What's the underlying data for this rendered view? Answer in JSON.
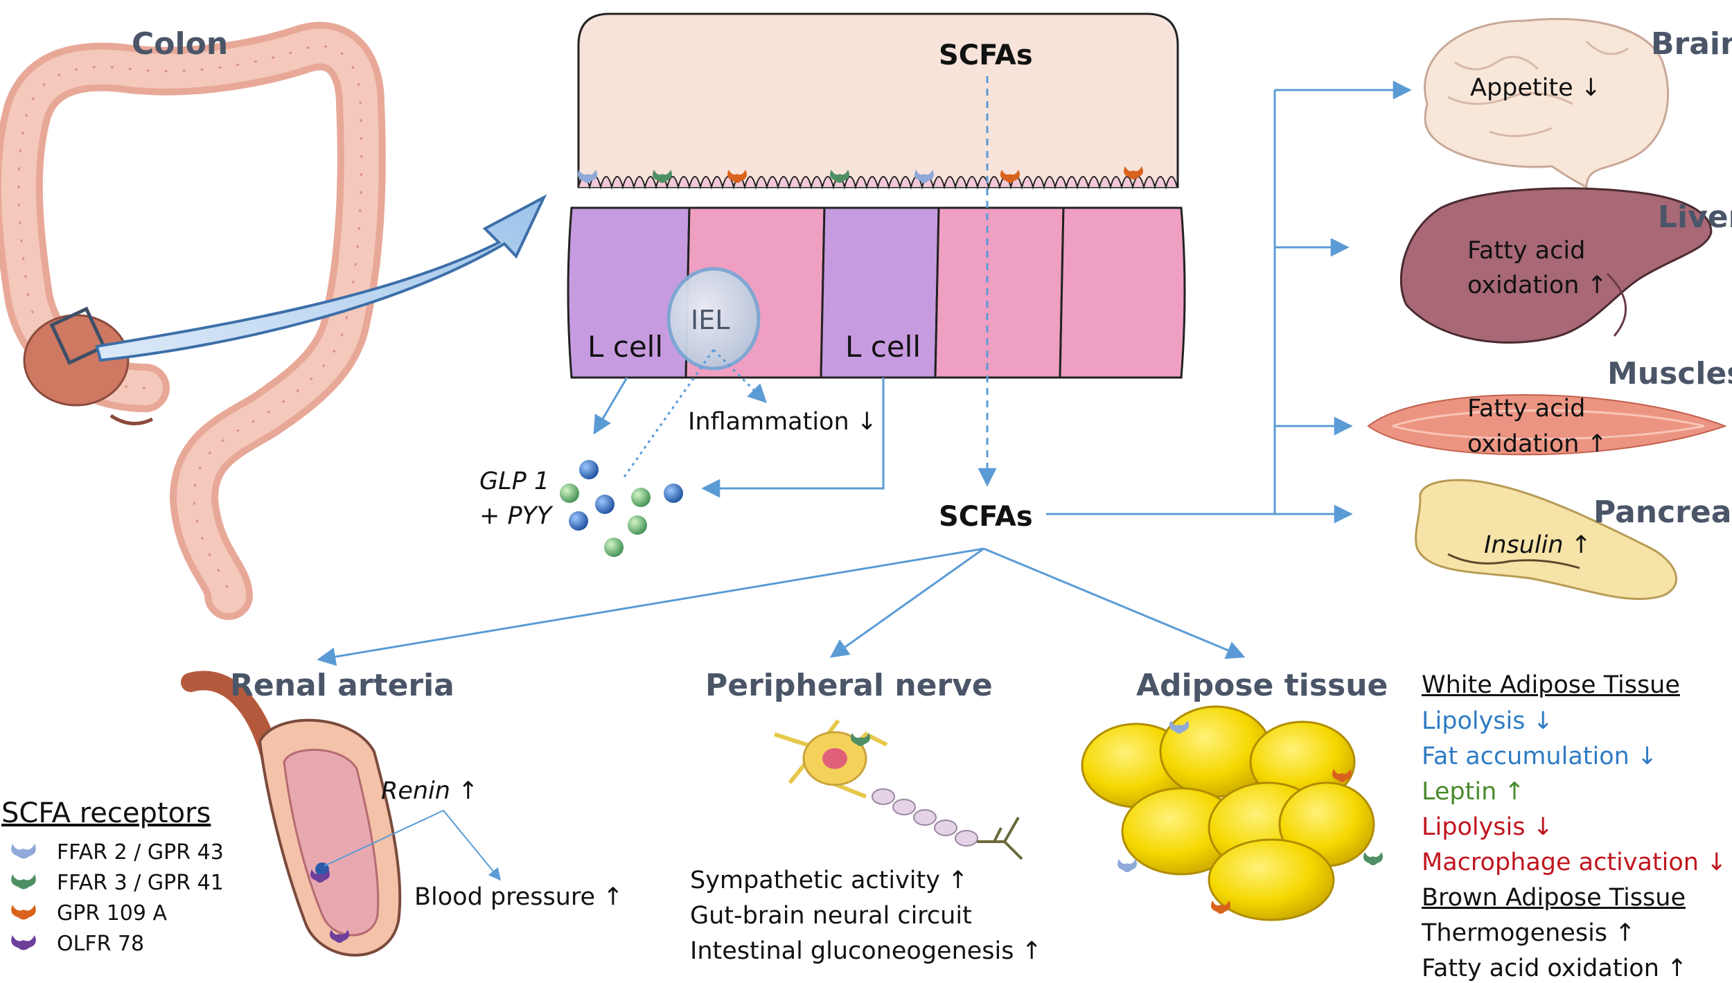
{
  "sources": {
    "colon": "Colon",
    "epithelium_scfas": "SCFAs",
    "center_scfas": "SCFAs"
  },
  "gut": {
    "l_cell_1": "L cell",
    "l_cell_2": "L cell",
    "iel": "IEL",
    "inflammation": "Inflammation ↓",
    "glp1_line1": "GLP 1",
    "glp1_line2": "+ PYY"
  },
  "organs": {
    "brain": {
      "title": "Brain",
      "effect": "Appetite ↓"
    },
    "liver": {
      "title": "Liver",
      "effect_line1": "Fatty acid",
      "effect_line2": "oxidation ↑"
    },
    "muscles": {
      "title": "Muscles",
      "effect_line1": "Fatty acid",
      "effect_line2": "oxidation ↑"
    },
    "pancreas": {
      "title": "Pancreas",
      "effect": "Insulin ↑"
    }
  },
  "targets": {
    "renal": {
      "title": "Renal arteria",
      "renin": "Renin ↑",
      "bp": "Blood pressure ↑"
    },
    "nerve": {
      "title": "Peripheral nerve",
      "effects": [
        "Sympathetic activity ↑",
        "Gut-brain neural circuit",
        "Intestinal gluconeogenesis ↑"
      ]
    },
    "adipose": {
      "title": "Adipose tissue"
    }
  },
  "adipose_effects": {
    "wat_title": "White Adipose Tissue",
    "wat_items": [
      {
        "text": "Lipolysis ↓",
        "color": "#2e7bc4"
      },
      {
        "text": "Fat accumulation ↓",
        "color": "#2e7bc4"
      },
      {
        "text": "Leptin ↑",
        "color": "#4a8a2c"
      },
      {
        "text": "Lipolysis ↓",
        "color": "#c0151d"
      },
      {
        "text": "Macrophage activation ↓",
        "color": "#c0151d"
      }
    ],
    "bat_title": "Brown Adipose Tissue",
    "bat_items": [
      "Thermogenesis ↑",
      "Fatty acid oxidation ↑"
    ]
  },
  "legend": {
    "title": "SCFA receptors",
    "items": [
      {
        "label": "FFAR 2 / GPR 43",
        "color": "#8fa9d8"
      },
      {
        "label": "FFAR 3 / GPR 41",
        "color": "#4f8f64"
      },
      {
        "label": "GPR 109 A",
        "color": "#d9621c"
      },
      {
        "label": "OLFR 78",
        "color": "#6b3f9a"
      }
    ]
  }
}
